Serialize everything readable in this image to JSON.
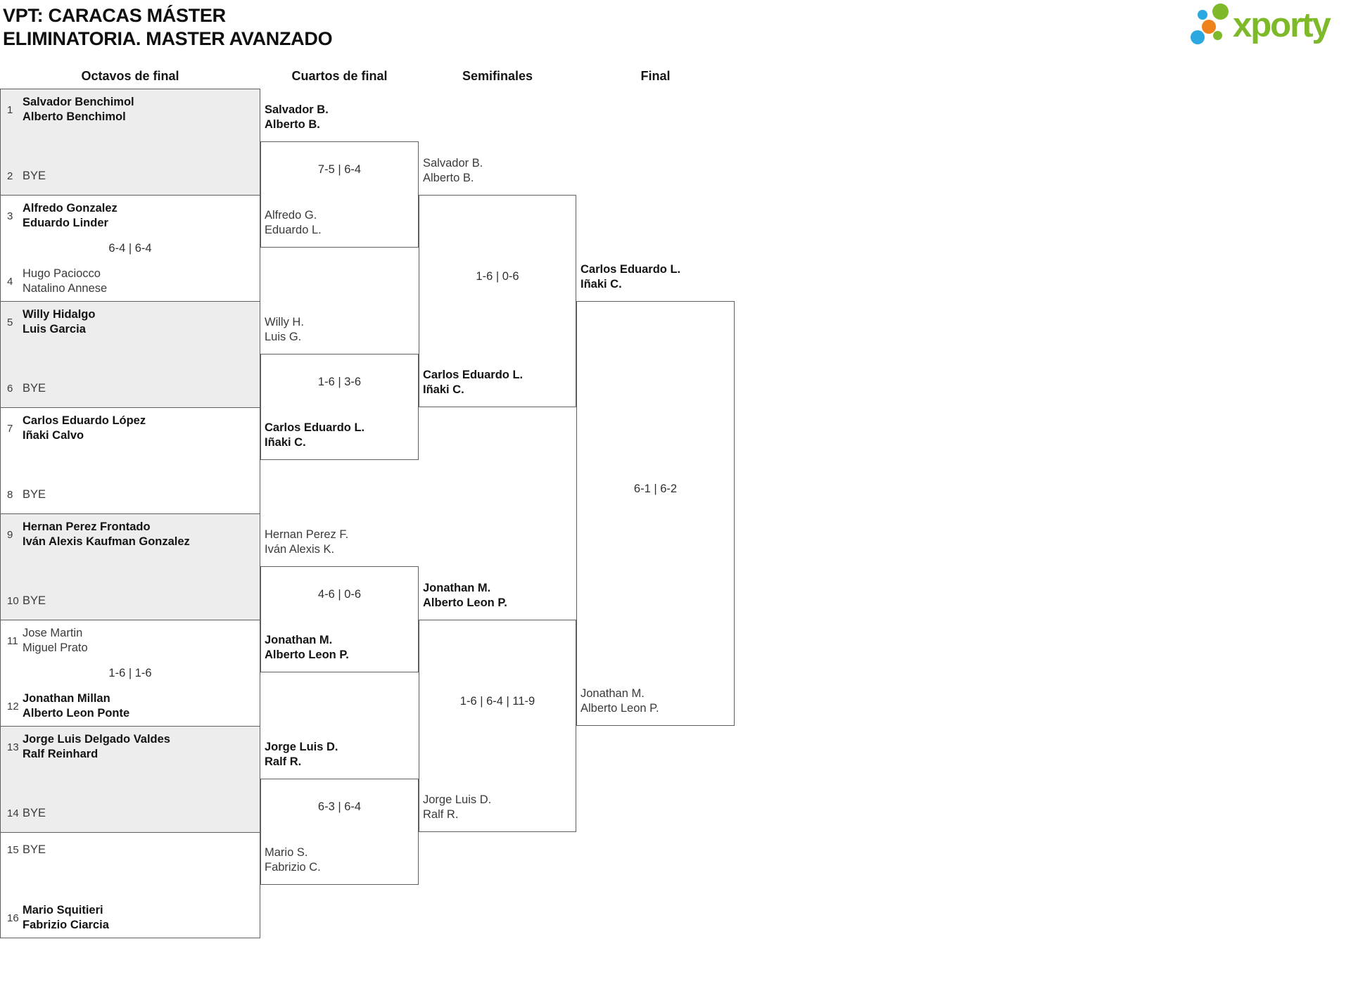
{
  "header": {
    "title_line1": "VPT: CARACAS MÁSTER",
    "title_line2": "ELIMINATORIA. MASTER AVANZADO"
  },
  "logo": {
    "text": "xporty",
    "green": "#7db928",
    "blue": "#29a9e0",
    "orange": "#ee821d"
  },
  "colors": {
    "bye_box_bg": "#ededed",
    "line": "#5e5e5e",
    "winner_text": "#141414",
    "loser_text": "#3a3a3a"
  },
  "rounds": {
    "octavos": "Octavos de final",
    "cuartos": "Cuartos de final",
    "semis": "Semifinales",
    "final": "Final"
  },
  "r16": [
    {
      "team1": {
        "seed": "1",
        "line1": "Salvador Benchimol",
        "line2": "Alberto Benchimol",
        "winner": true
      },
      "team2": {
        "seed": "2",
        "line1": "BYE",
        "winner": false
      },
      "shaded": true
    },
    {
      "team1": {
        "seed": "3",
        "line1": "Alfredo Gonzalez",
        "line2": "Eduardo Linder",
        "winner": true
      },
      "team2": {
        "seed": "4",
        "line1": "Hugo Paciocco",
        "line2": "Natalino Annese",
        "winner": false
      },
      "score": "6-4 | 6-4",
      "shaded": false
    },
    {
      "team1": {
        "seed": "5",
        "line1": "Willy Hidalgo",
        "line2": "Luis Garcia",
        "winner": true
      },
      "team2": {
        "seed": "6",
        "line1": "BYE",
        "winner": false
      },
      "shaded": true
    },
    {
      "team1": {
        "seed": "7",
        "line1": "Carlos Eduardo López",
        "line2": "Iñaki Calvo",
        "winner": true
      },
      "team2": {
        "seed": "8",
        "line1": "BYE",
        "winner": false
      },
      "shaded": false
    },
    {
      "team1": {
        "seed": "9",
        "line1": "Hernan Perez Frontado",
        "line2": "Iván Alexis Kaufman Gonzalez",
        "winner": true
      },
      "team2": {
        "seed": "10",
        "line1": "BYE",
        "winner": false
      },
      "shaded": true
    },
    {
      "team1": {
        "seed": "11",
        "line1": "Jose Martin",
        "line2": "Miguel Prato",
        "winner": false
      },
      "team2": {
        "seed": "12",
        "line1": "Jonathan Millan",
        "line2": "Alberto Leon Ponte",
        "winner": true
      },
      "score": "1-6 | 1-6",
      "shaded": false
    },
    {
      "team1": {
        "seed": "13",
        "line1": "Jorge Luis Delgado Valdes",
        "line2": "Ralf Reinhard",
        "winner": true
      },
      "team2": {
        "seed": "14",
        "line1": "BYE",
        "winner": false
      },
      "shaded": true
    },
    {
      "team1": {
        "seed": "15",
        "line1": "BYE",
        "winner": false
      },
      "team2": {
        "seed": "16",
        "line1": "Mario Squitieri",
        "line2": "Fabrizio Ciarcia",
        "winner": true
      },
      "shaded": false
    }
  ],
  "qf": [
    {
      "top": {
        "line1": "Salvador B.",
        "line2": "Alberto B.",
        "winner": true
      },
      "bottom": {
        "line1": "Alfredo G.",
        "line2": "Eduardo L.",
        "winner": false
      },
      "score": "7-5 | 6-4"
    },
    {
      "top": {
        "line1": "Willy H.",
        "line2": "Luis G.",
        "winner": false
      },
      "bottom": {
        "line1": "Carlos Eduardo L.",
        "line2": "Iñaki C.",
        "winner": true
      },
      "score": "1-6 | 3-6"
    },
    {
      "top": {
        "line1": "Hernan Perez F.",
        "line2": "Iván Alexis K.",
        "winner": false
      },
      "bottom": {
        "line1": "Jonathan M.",
        "line2": "Alberto Leon P.",
        "winner": true
      },
      "score": "4-6 | 0-6"
    },
    {
      "top": {
        "line1": "Jorge Luis D.",
        "line2": "Ralf R.",
        "winner": true
      },
      "bottom": {
        "line1": "Mario S.",
        "line2": "Fabrizio C.",
        "winner": false
      },
      "score": "6-3 | 6-4"
    }
  ],
  "sf": [
    {
      "top": {
        "line1": "Salvador B.",
        "line2": "Alberto B.",
        "winner": false
      },
      "bottom": {
        "line1": "Carlos Eduardo L.",
        "line2": "Iñaki C.",
        "winner": true
      },
      "score": "1-6 | 0-6"
    },
    {
      "top": {
        "line1": "Jonathan M.",
        "line2": "Alberto Leon P.",
        "winner": true
      },
      "bottom": {
        "line1": "Jorge Luis D.",
        "line2": "Ralf R.",
        "winner": false
      },
      "score": "1-6 | 6-4 | 11-9"
    }
  ],
  "final": {
    "top": {
      "line1": "Carlos Eduardo L.",
      "line2": "Iñaki C.",
      "winner": true
    },
    "bottom": {
      "line1": "Jonathan M.",
      "line2": "Alberto Leon P.",
      "winner": false
    },
    "score": "6-1 | 6-2"
  }
}
